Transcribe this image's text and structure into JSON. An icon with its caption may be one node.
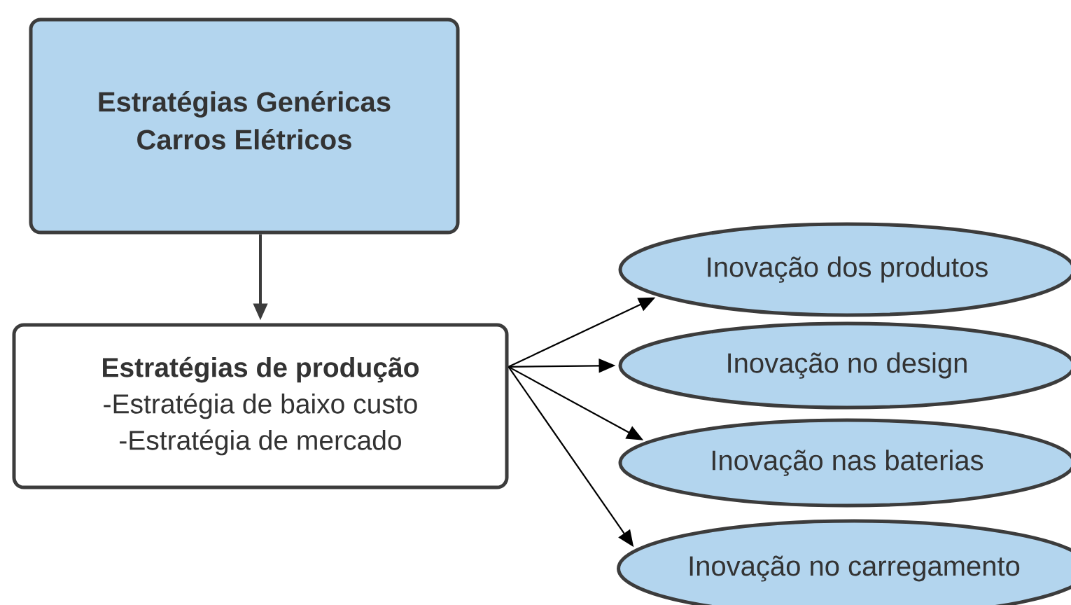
{
  "diagram": {
    "nodes": [
      {
        "text": [
          "Estratégias Genéricas Carros Elétricos"
        ]
      },
      {
        "text": [
          "Estratégias de produção",
          "-Estratégia de baixo custo",
          "-Estratégia de mercado"
        ]
      },
      {
        "text": [
          "Inovação dos produtos"
        ]
      },
      {
        "text": [
          "Inovação no design"
        ]
      },
      {
        "text": [
          "Inovação nas baterias"
        ]
      },
      {
        "text": [
          "Inovação no carregamento"
        ]
      }
    ],
    "edges": [
      {
        "from": 0,
        "to": 1,
        "arrow": "to",
        "color": "#3c3c3c"
      },
      {
        "from": 1,
        "to": 2,
        "arrow": "to"
      },
      {
        "from": 1,
        "to": 3,
        "arrow": "to"
      },
      {
        "from": 1,
        "to": 4,
        "arrow": "to"
      },
      {
        "from": 1,
        "to": 5,
        "arrow": "to"
      }
    ]
  }
}
